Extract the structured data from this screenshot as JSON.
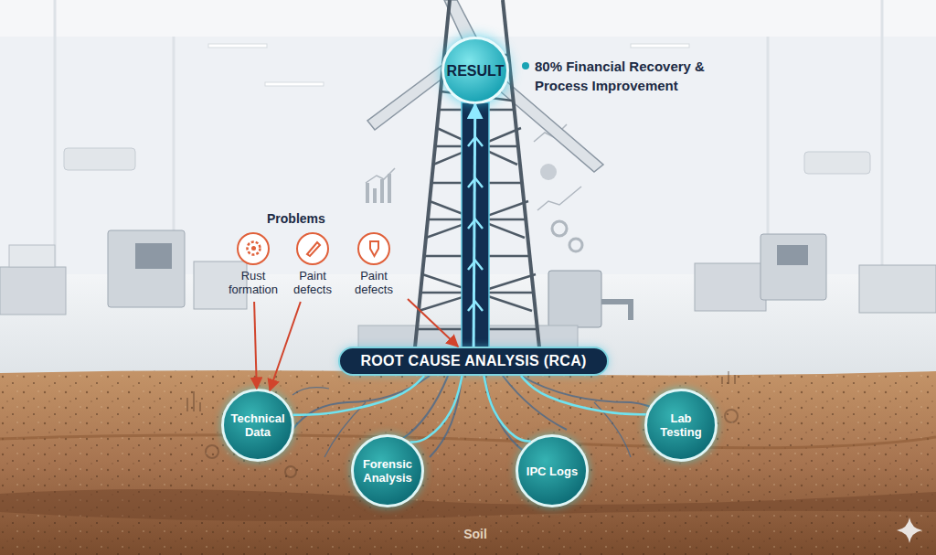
{
  "diagram": {
    "nodes": [
      {
        "text": [
          "RESULT"
        ]
      },
      {
        "text": [
          "Rust formation"
        ]
      },
      {
        "text": [
          "Paint defects"
        ]
      },
      {
        "text": [
          "Paint defects"
        ]
      },
      {
        "text": [
          "ROOT CAUSE ANALYSIS (RCA)"
        ]
      },
      {
        "text": [
          "Technical Data"
        ]
      },
      {
        "text": [
          "Forensic Analysis"
        ]
      },
      {
        "text": [
          "IPC Logs"
        ]
      },
      {
        "text": [
          "Lab Testing"
        ]
      }
    ],
    "edges": [
      {
        "from": 1,
        "to": 5,
        "arrow": "to"
      },
      {
        "from": 2,
        "to": 5,
        "arrow": "to"
      },
      {
        "from": 3,
        "to": 4,
        "arrow": "to"
      },
      {
        "from": 4,
        "to": 0,
        "arrow": "to"
      },
      {
        "from": 4,
        "to": 5,
        "arrow": "none"
      },
      {
        "from": 4,
        "to": 6,
        "arrow": "none"
      },
      {
        "from": 4,
        "to": 7,
        "arrow": "none"
      },
      {
        "from": 4,
        "to": 8,
        "arrow": "none"
      }
    ],
    "labels": [
      "Problems",
      "80% Financial Recovery & Process Improvement",
      "Soil"
    ]
  }
}
